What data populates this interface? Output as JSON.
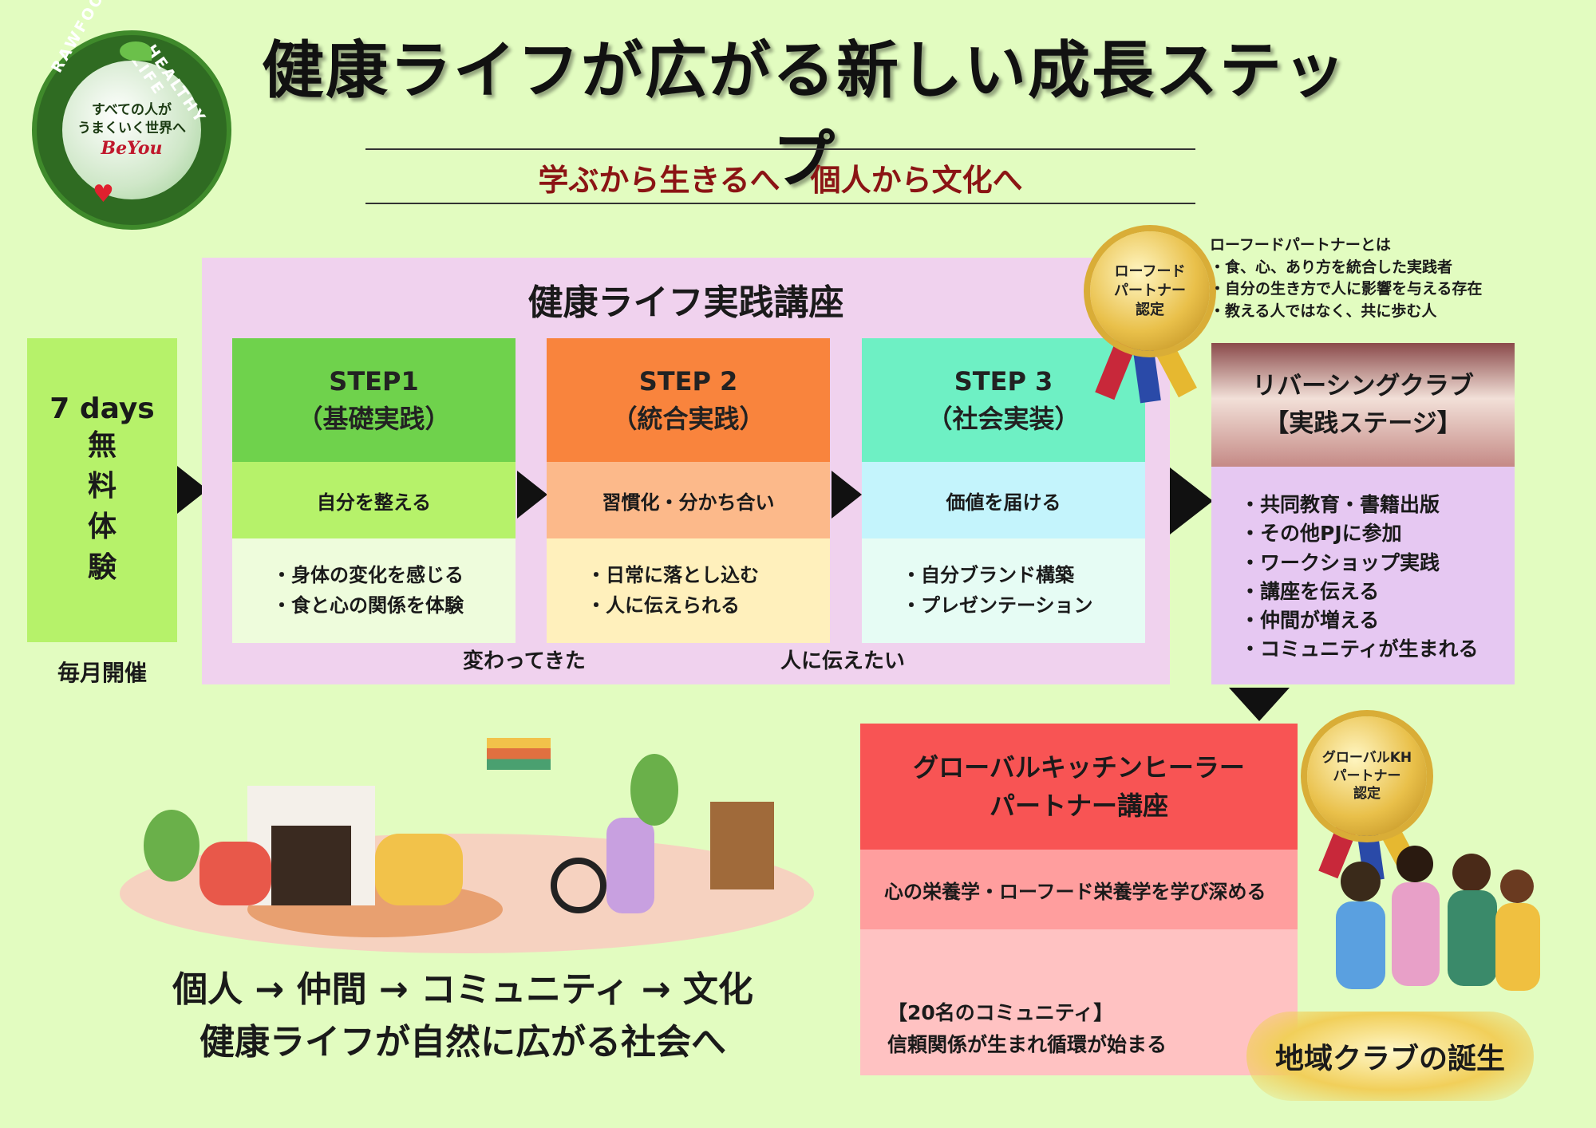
{
  "logo": {
    "tagline_line1": "すべての人が",
    "tagline_line2": "うまくいく世界へ",
    "brand": "BeYou",
    "ring_left": "RAWFOOD",
    "ring_right": "HEALTHY LIFE"
  },
  "header": {
    "title": "健康ライフが広がる新しい成長ステップ",
    "subtitle": "学ぶから生きるへ　個人から文化へ"
  },
  "free_trial": {
    "days": "7 days",
    "chars": [
      "無",
      "料",
      "体",
      "験"
    ],
    "monthly": "毎月開催"
  },
  "course": {
    "title": "健康ライフ実践講座",
    "steps": [
      {
        "name": "STEP1",
        "sub": "（基礎実践）",
        "theme": "自分を整える",
        "items": [
          "・身体の変化を感じる",
          "・食と心の関係を体験"
        ]
      },
      {
        "name": "STEP 2",
        "sub": "（統合実践）",
        "theme": "習慣化・分かち合い",
        "items": [
          "・日常に落とし込む",
          "・人に伝えられる"
        ]
      },
      {
        "name": "STEP 3",
        "sub": "（社会実装）",
        "theme": "価値を届ける",
        "items": [
          "・自分ブランド構築",
          "・プレゼンテーション"
        ]
      }
    ],
    "note_left": "変わってきた",
    "note_right": "人に伝えたい"
  },
  "medal_rawfood": {
    "line1": "ローフード",
    "line2": "パートナー",
    "line3": "認定"
  },
  "partner_desc": {
    "title": "ローフードパートナーとは",
    "items": [
      "・食、心、あり方を統合した実践者",
      "・自分の生き方で人に影響を与える存在",
      "・教える人ではなく、共に歩む人"
    ]
  },
  "club": {
    "title_line1": "リバーシングクラブ",
    "title_line2": "【実践ステージ】",
    "items": [
      "・共同教育・書籍出版",
      "・その他PJに参加",
      "・ワークショップ実践",
      "・講座を伝える",
      "・仲間が増える",
      "・コミュニティが生まれる"
    ]
  },
  "global": {
    "title_line1": "グローバルキッチンヒーラー",
    "title_line2": "パートナー講座",
    "mid": "心の栄養学・ローフード栄養学を学び深める",
    "low_line1": "【20名のコミュニティ】",
    "low_line2": "信頼関係が生まれ循環が始まる"
  },
  "medal_global": {
    "line1": "グローバルKH",
    "line2": "パートナー",
    "line3": "認定"
  },
  "region_badge": "地域クラブの誕生",
  "slogan": {
    "line1": "個人 → 仲間 → コミュニティ → 文化",
    "line2": "健康ライフが自然に広がる社会へ"
  },
  "colors": {
    "background": "#e2fcc0",
    "course_panel": "#f0d2ee",
    "step1_head": "#6fd24c",
    "step2_head": "#f9843d",
    "step3_head": "#6ef0c4",
    "global_head": "#f85454",
    "subtitle": "#8b1414"
  }
}
